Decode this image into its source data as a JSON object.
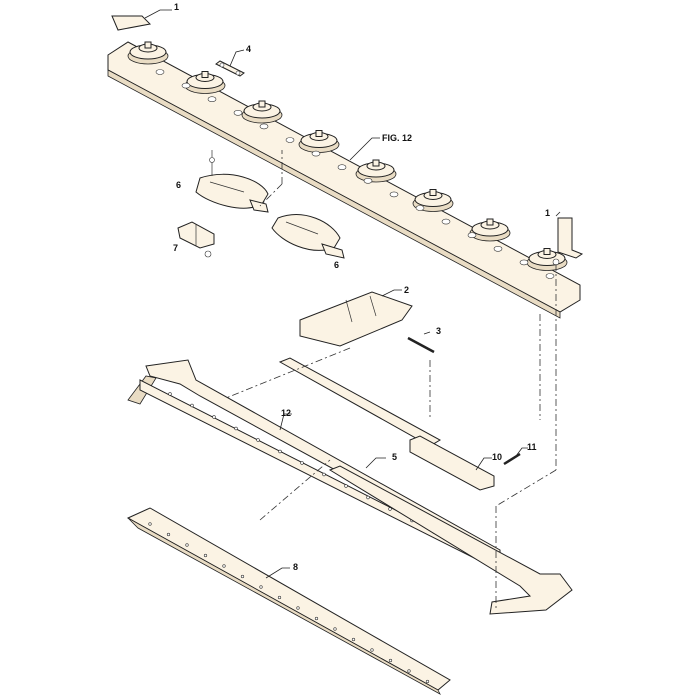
{
  "callouts": {
    "c1_top": "1",
    "c1_right": "1",
    "c2": "2",
    "c3": "3",
    "c4": "4",
    "c5": "5",
    "c6_left": "6",
    "c6_right": "6",
    "c7": "7",
    "c8": "8",
    "c10": "10",
    "c11": "11",
    "c12": "12",
    "fig": "FIG. 12"
  }
}
